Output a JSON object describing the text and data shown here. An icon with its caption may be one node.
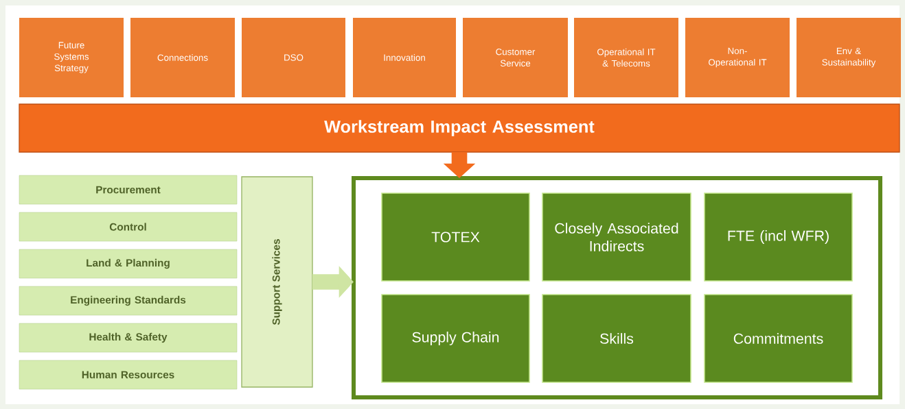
{
  "diagram": {
    "nodes": [
      {
        "text": [
          "Future Systems Strategy"
        ]
      },
      {
        "text": [
          "Connections"
        ]
      },
      {
        "text": [
          "DSO"
        ]
      },
      {
        "text": [
          "Innovation"
        ]
      },
      {
        "text": [
          "Customer Service"
        ]
      },
      {
        "text": [
          "Operational IT & Telecoms"
        ]
      },
      {
        "text": [
          "Non-Operational IT"
        ]
      },
      {
        "text": [
          "Env & Sustainability"
        ]
      },
      {
        "text": [
          "Workstream Impact Assessment"
        ]
      },
      {
        "text": [
          "Procurement"
        ]
      },
      {
        "text": [
          "Control"
        ]
      },
      {
        "text": [
          "Land & Planning"
        ]
      },
      {
        "text": [
          "Engineering Standards"
        ]
      },
      {
        "text": [
          "Health & Safety"
        ]
      },
      {
        "text": [
          "Human Resources"
        ]
      },
      {
        "text": [
          "Support Services"
        ]
      },
      {
        "text": [],
        "shape": "box"
      },
      {
        "text": [
          "TOTEX"
        ],
        "in": 16
      },
      {
        "text": [
          "Closely Associated Indirects"
        ],
        "in": 16
      },
      {
        "text": [
          "FTE (incl WFR)"
        ],
        "in": 16
      },
      {
        "text": [
          "Supply Chain"
        ],
        "in": 16
      },
      {
        "text": [
          "Skills"
        ],
        "in": 16
      },
      {
        "text": [
          "Commitments"
        ],
        "in": 16
      }
    ],
    "edges": [
      {
        "from": 8,
        "to": 16,
        "arrow": "to",
        "color": "#f26b1d"
      },
      {
        "from": 15,
        "to": 16,
        "arrow": "to",
        "color": "#cfe5a3"
      }
    ]
  }
}
